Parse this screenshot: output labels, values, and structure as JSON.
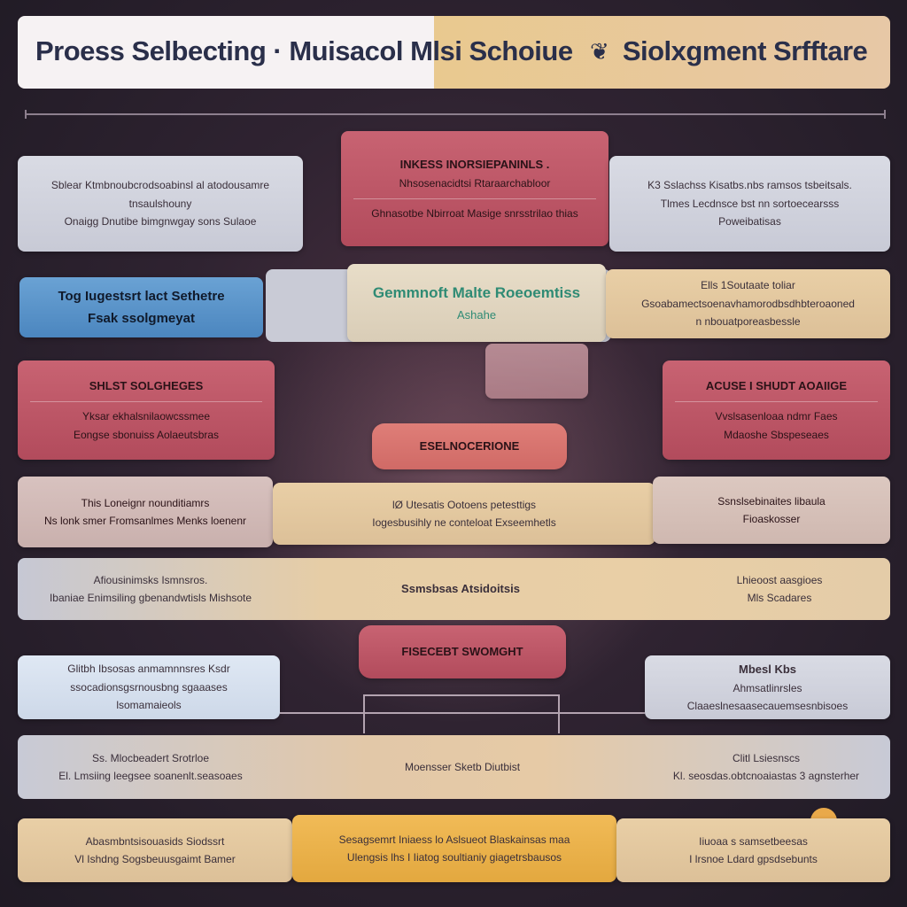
{
  "title": {
    "text": "Proess Selbecting · Muisacol Mlsi Schoiue",
    "text2": "Siolxgment Srfftare"
  },
  "colors": {
    "background": "#2f2331",
    "title_left": "#f6f2f3",
    "title_right": "#e9c98f",
    "red": "#b24b5c",
    "blue": "#4b86bf",
    "beige": "#e9cfa6",
    "yellow": "#e3a83f",
    "green_text": "#2f8b74"
  },
  "row1": {
    "left": {
      "line1": "Sblear Ktmbnoubcrodsoabinsl al atodousamre",
      "line2": "tnsaulshouny",
      "line3": "Onaigg Dnutibe bimgnwgay sons Sulaoe"
    },
    "center": {
      "line1": "INKESS INORSIEPANINLS .",
      "line2": "Nhsosenacidtsi Rtaraarchabloor",
      "line3": "Ghnasotbe Nbirroat Masige snrsstrilao thias"
    },
    "right": {
      "line1": "K3 Sslachss Kisatbs.nbs ramsos tsbeitsals.",
      "line2": "Tlmes Lecdnsce bst nn sortoecearsss",
      "line3": "Poweibatisas"
    }
  },
  "row2": {
    "left": {
      "line1": "Tog Iugestsrt lact Sethetre",
      "line2": "Fsak ssolgmeyat"
    },
    "center": {
      "line1": "Gemmnoft Malte Roeoemtiss",
      "line2": "Ashahe"
    },
    "right": {
      "line1": "Ells 1Soutaate toliar",
      "line2": "Gsoabamectsoenavhamorodbsdhbteroaoned",
      "line3": "n nbouatporeasbessle"
    }
  },
  "row3": {
    "left": {
      "line1": "SHLST SOLGHEGES",
      "line2": "Yksar ekhalsnilaowcssmee",
      "line3": "Eongse sbonuiss Aolaeutsbras"
    },
    "center": {
      "line1": "ESELNOCERIONE"
    },
    "right": {
      "line1": "ACUSE I SHUDT AOAIIGE",
      "line2": "Vvslsasenloaa ndmr Faes",
      "line3": "Mdaoshe Sbspeseaes"
    }
  },
  "row4": {
    "left": {
      "line1": "This Loneignr nounditiamrs",
      "line2": "Ns lonk smer Fromsanlmes Menks loenenr"
    },
    "center": {
      "line1": "lØ Utesatis Ootoens petesttigs",
      "line2": "Iogesbusihly ne conteloat Exseemhetls"
    },
    "right": {
      "line1": "Ssnslsebinaites libaula",
      "line2": "Fioaskosser"
    }
  },
  "row5": {
    "left": {
      "line1": "Afiousinimsks Ismnsros.",
      "line2": "Ibaniae Enimsiling gbenandwtisls Mishsote"
    },
    "center": {
      "line1": "Ssmsbsas Atsidoitsis"
    },
    "right": {
      "line1": "Lhieoost aasgioes",
      "line2": "Mls Scadares"
    }
  },
  "row6": {
    "left": {
      "line1": "Glitbh Ibsosas anmamnnsres Ksdr",
      "line2": "ssocadionsgsrnousbng sgaaases",
      "line3": "lsomamaieols"
    },
    "center": {
      "line1": "FISECEBT SWOMGHT"
    },
    "right": {
      "line1": "Mbesl Kbs",
      "line2": "Ahmsatlinrsles",
      "line3": "Claaeslnesaasecauemsesnbisoes"
    }
  },
  "row7": {
    "left": {
      "line1": "Ss. Mlocbeadert Srotrloe",
      "line2": "El. Lmsiing leegsee soanenlt.seasoaes"
    },
    "center": {
      "line1": "Moensser Sketb Diutbist"
    },
    "right": {
      "line1": "Clitl Lsiesnscs",
      "line2": "Kl. seosdas.obtcnoaiastas 3 agnsterher"
    }
  },
  "row8": {
    "left": {
      "line1": "Abasmbntsisouasids Siodssrt",
      "line2": "Vl Ishdng Sogsbeuusgaimt Bamer"
    },
    "center": {
      "line1": "Sesagsemrt Iniaess lo Aslsueot Blaskainsas maa",
      "line2": "Ulengsis lhs I Iiatog soultianiy giagetrsbausos"
    },
    "right": {
      "line1": "Iiuoaa s samsetbeesas",
      "line2": "I lrsnoe Ldard gpsdsebunts"
    }
  }
}
